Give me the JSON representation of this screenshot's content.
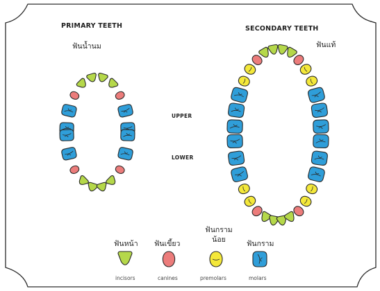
{
  "titles": {
    "primary": "PRIMARY TEETH",
    "primary_thai": "ฟันน้ำนม",
    "secondary": "SECONDARY TEETH",
    "secondary_thai": "ฟันแท้"
  },
  "jaw_labels": {
    "upper": "UPPER",
    "lower": "LOWER"
  },
  "colors": {
    "incisor": "#b5d84a",
    "canine": "#ec7c7b",
    "premolar": "#f4e83a",
    "molar": "#2f9ed9",
    "outline": "#2a2a2a"
  },
  "legend": [
    {
      "type": "incisor",
      "thai": "ฟันหน้า",
      "label": "incisors"
    },
    {
      "type": "canine",
      "thai": "ฟันเขี้ยว",
      "label": "canines"
    },
    {
      "type": "premolar",
      "thai": "ฟันกราม น้อย",
      "label": "premolars"
    },
    {
      "type": "molar",
      "thai": "ฟันกราม",
      "label": "molars"
    }
  ],
  "arches": {
    "primary": {
      "upper": [
        "molar",
        "molar",
        "canine",
        "incisor",
        "incisor",
        "incisor",
        "incisor",
        "canine",
        "molar",
        "molar"
      ],
      "lower": [
        "molar",
        "molar",
        "canine",
        "incisor",
        "incisor",
        "incisor",
        "incisor",
        "canine",
        "molar",
        "molar"
      ]
    },
    "secondary": {
      "upper": [
        "molar",
        "molar",
        "molar",
        "premolar",
        "premolar",
        "canine",
        "incisor",
        "incisor",
        "incisor",
        "incisor",
        "canine",
        "premolar",
        "premolar",
        "molar",
        "molar",
        "molar"
      ],
      "lower": [
        "molar",
        "molar",
        "molar",
        "premolar",
        "premolar",
        "canine",
        "incisor",
        "incisor",
        "incisor",
        "incisor",
        "canine",
        "premolar",
        "premolar",
        "molar",
        "molar",
        "molar"
      ]
    }
  }
}
